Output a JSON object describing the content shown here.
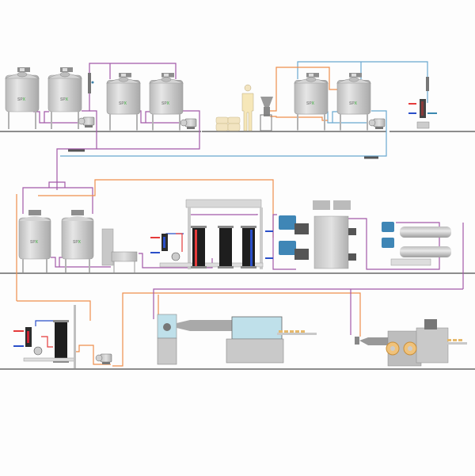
{
  "diagram": {
    "title": "",
    "colors": {
      "product_line": "#a359a8",
      "hot_line": "#ef8e4d",
      "cold_line": "#6aa8d0",
      "hot_arrow": "#e53b3b",
      "cold_arrow": "#2a4fc9",
      "steel": "#c9c9c9",
      "floor": "#8d8d8d",
      "motor_blue": "#3f86b6",
      "logo_green": "#5cb85c"
    },
    "brand_label": "SP",
    "brand_label_x": "X",
    "rows": [
      {
        "name": "row-1",
        "equipment": [
          {
            "id": "mix-tank-1",
            "type": "tank",
            "logo": true
          },
          {
            "id": "mix-tank-2",
            "type": "tank",
            "logo": true
          },
          {
            "id": "pump-1",
            "type": "pump"
          },
          {
            "id": "filter-1",
            "type": "inline-filter"
          },
          {
            "id": "ageing-tank-1",
            "type": "tank",
            "logo": true
          },
          {
            "id": "ageing-tank-2",
            "type": "tank",
            "logo": true
          },
          {
            "id": "pump-2",
            "type": "pump"
          },
          {
            "id": "ingredient-bags",
            "type": "sacks"
          },
          {
            "id": "operator",
            "type": "person"
          },
          {
            "id": "powder-mixer",
            "type": "hopper-mixer"
          },
          {
            "id": "process-tank-1",
            "type": "tank",
            "logo": true
          },
          {
            "id": "process-tank-2",
            "type": "tank",
            "logo": true
          },
          {
            "id": "pump-3",
            "type": "pump"
          },
          {
            "id": "heat-exchanger-1",
            "type": "plate-heat-exchanger"
          }
        ]
      },
      {
        "name": "row-2",
        "equipment": [
          {
            "id": "storage-tank-1",
            "type": "tank",
            "logo": true
          },
          {
            "id": "storage-tank-2",
            "type": "tank",
            "logo": true
          },
          {
            "id": "control-cabinet",
            "type": "cabinet"
          },
          {
            "id": "buffer-trough",
            "type": "trough"
          },
          {
            "id": "homogenizer-heater",
            "type": "plate-heat-exchanger"
          },
          {
            "id": "pasteurizer",
            "type": "plate-pasteurizer"
          },
          {
            "id": "freezer-1",
            "type": "continuous-freezer"
          },
          {
            "id": "freezer-2",
            "type": "scraped-surface-heat-exchanger"
          }
        ]
      },
      {
        "name": "row-3",
        "equipment": [
          {
            "id": "heat-exchanger-2",
            "type": "plate-heat-exchanger"
          },
          {
            "id": "pump-4",
            "type": "pump"
          },
          {
            "id": "filler-1",
            "type": "filler"
          },
          {
            "id": "hardening-tunnel",
            "type": "tunnel"
          },
          {
            "id": "packaging-line-1",
            "type": "packaging"
          },
          {
            "id": "extruder-filler",
            "type": "extrusion-line"
          }
        ]
      }
    ]
  }
}
